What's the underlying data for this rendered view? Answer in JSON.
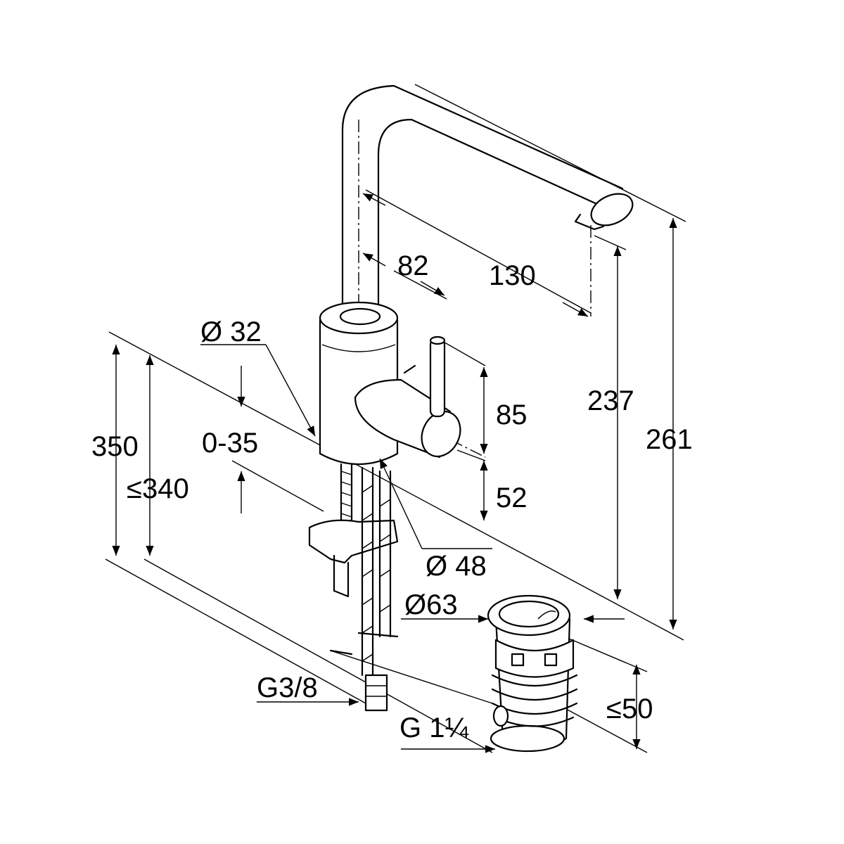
{
  "title": "Faucet dimension drawing",
  "dimensions": {
    "d32": "Ø 32",
    "d82": "82",
    "d130": "130",
    "d0_35": "0-35",
    "d350": "350",
    "d340": "≤340",
    "d85": "85",
    "d52": "52",
    "d48": "Ø 48",
    "d237": "237",
    "d261": "261",
    "d63": "Ø63",
    "d50": "≤50",
    "g38": "G3/8",
    "g114": "G 1¼"
  },
  "colors": {
    "line": "#000000",
    "background": "#ffffff"
  }
}
